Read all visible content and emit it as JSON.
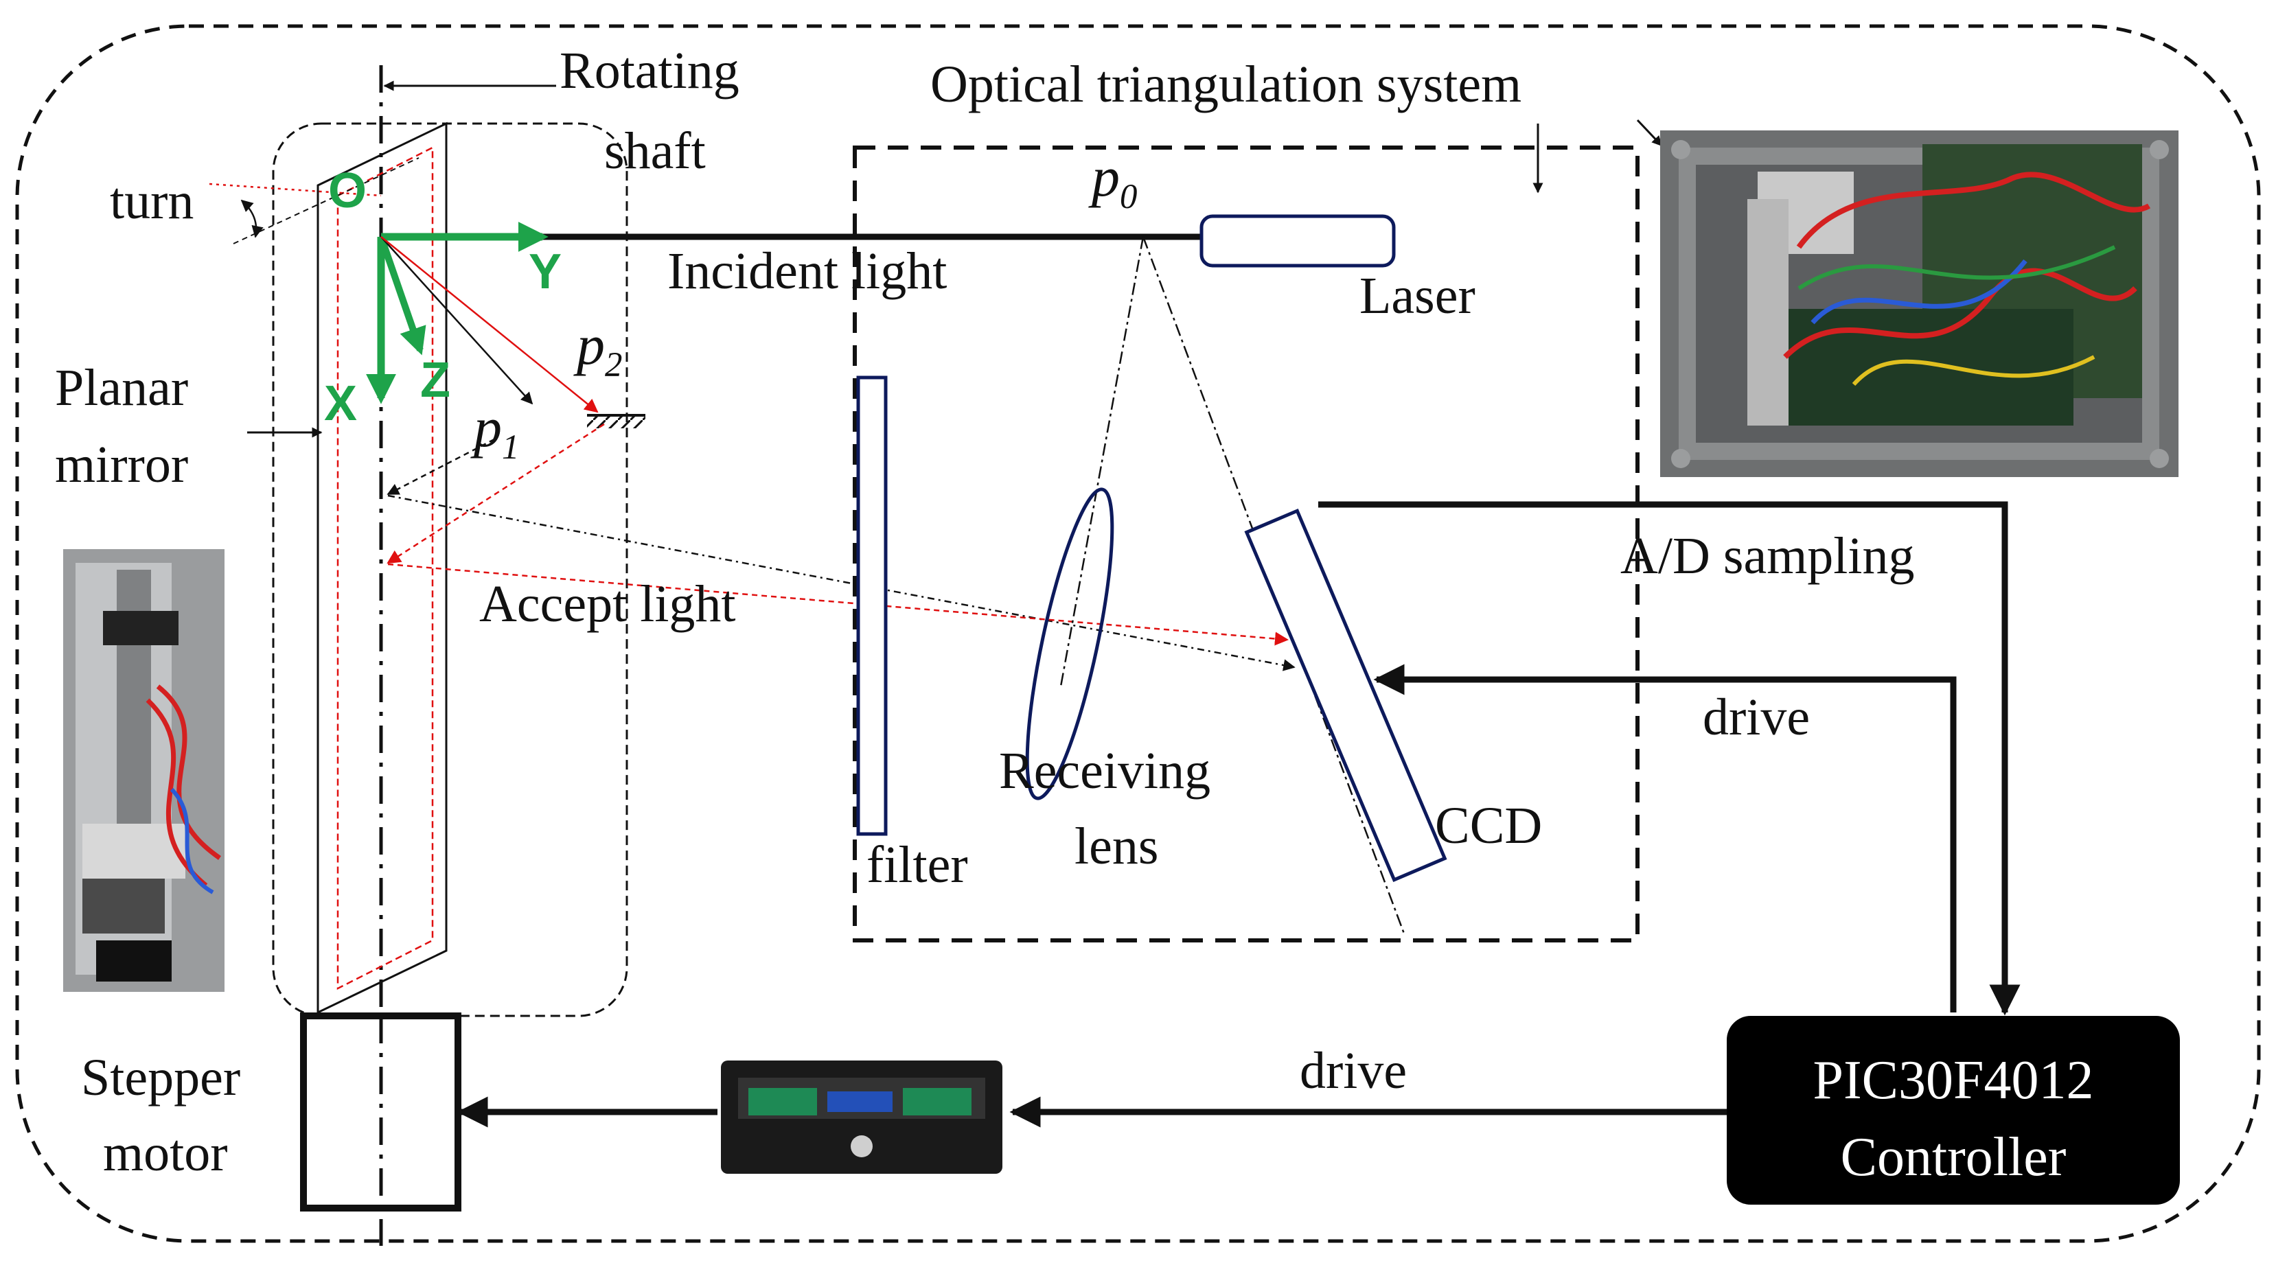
{
  "labels": {
    "rotating_shaft_1": "Rotating",
    "rotating_shaft_2": "shaft",
    "optical_system": "Optical triangulation system",
    "turn": "turn",
    "planar_mirror_1": "Planar",
    "planar_mirror_2": "mirror",
    "incident_light": "Incident light",
    "laser": "Laser",
    "accept_light": "Accept light",
    "filter": "filter",
    "receiving_lens_1": "Receiving",
    "receiving_lens_2": "lens",
    "ccd": "CCD",
    "ad_sampling": "A/D sampling",
    "drive_ccd": "drive",
    "drive_motor": "drive",
    "stepper_motor_1": "Stepper",
    "stepper_motor_2": "motor",
    "controller_1": "PIC30F4012",
    "controller_2": "Controller"
  },
  "points": {
    "p0_base": "p",
    "p0_sub": "0",
    "p1_base": "p",
    "p1_sub": "1",
    "p2_base": "p",
    "p2_sub": "2"
  },
  "axes": {
    "origin": "O",
    "x": "X",
    "y": "Y",
    "z": "Z"
  },
  "colors": {
    "frame": "#111111",
    "axis_green": "#1ea34a",
    "reflect_red": "#e01010",
    "component_blue": "#0d1a5c",
    "controller_fill": "#000000"
  }
}
